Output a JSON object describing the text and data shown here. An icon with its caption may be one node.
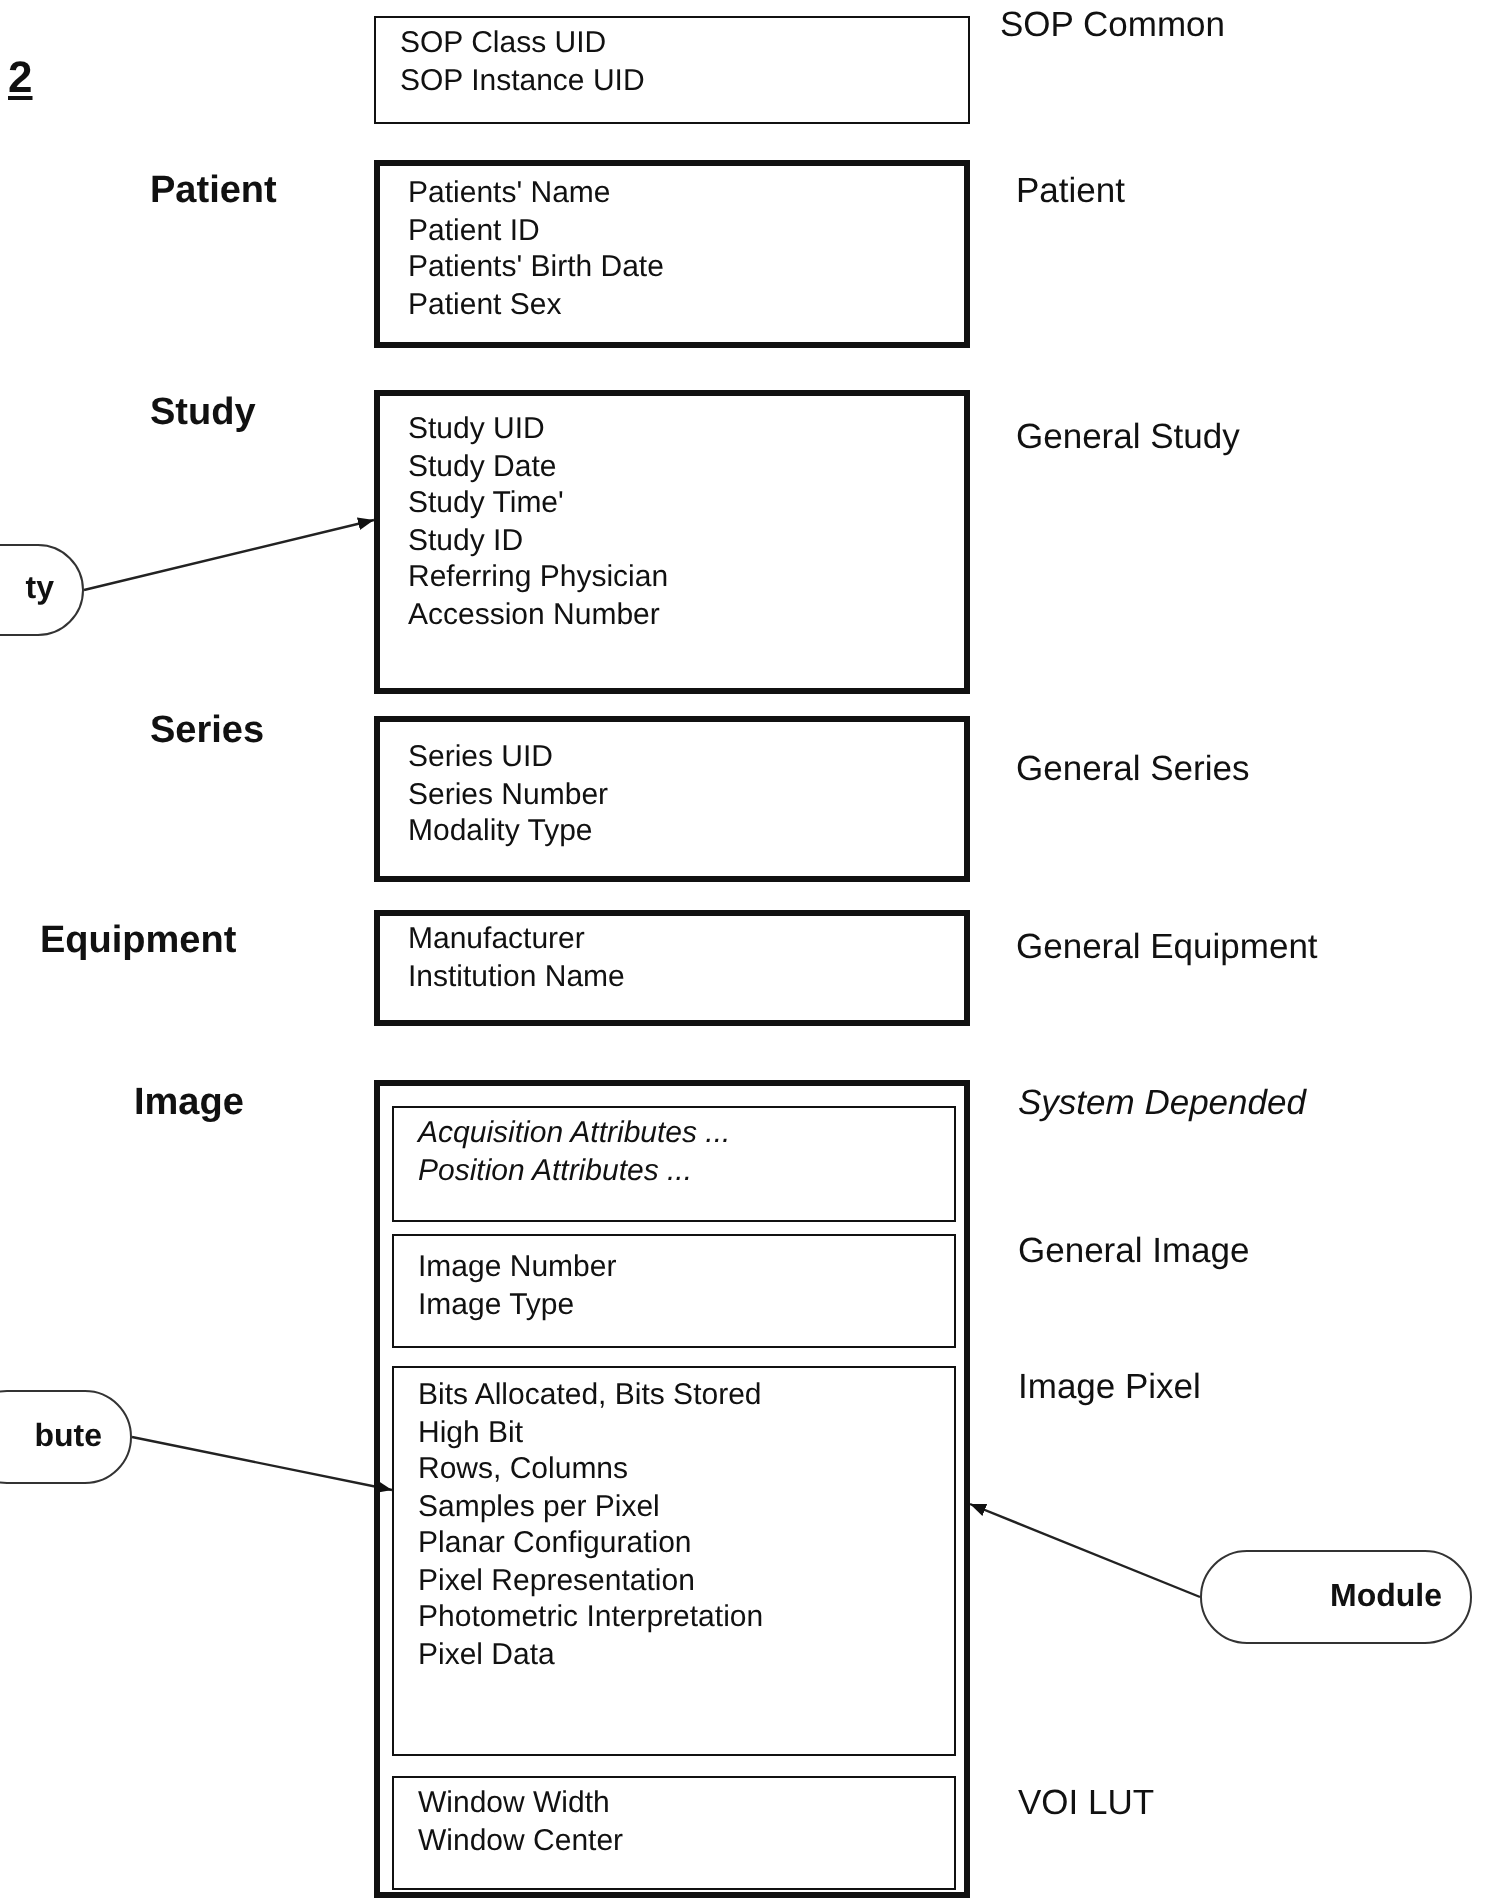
{
  "diagram": {
    "nodes": [
      {
        "text": [
          "SOP Class UID",
          "SOP Instance UID"
        ],
        "beside": [
          "SOP Common"
        ]
      },
      {
        "text": [
          "Patient",
          "Patients' Name",
          "Patient ID",
          "Patients' Birth Date",
          "Patient Sex"
        ],
        "beside": [
          "Patient"
        ]
      },
      {
        "text": [
          "Study",
          "Study UID",
          "Study Date",
          "Study Time'",
          "Study ID",
          "Referring Physician",
          "Accession Number"
        ],
        "beside": [
          "General Study"
        ]
      },
      {
        "text": [
          "Series",
          "Series UID",
          "Series Number",
          "Modality Type"
        ],
        "beside": [
          "General Series"
        ]
      },
      {
        "text": [
          "Equipment",
          "Manufacturer",
          "Institution Name"
        ],
        "beside": [
          "General Equipment"
        ]
      },
      {
        "text": [
          "Image"
        ]
      },
      {
        "text": [
          "Acquisition Attributes ...",
          "Position Attributes ..."
        ],
        "beside": [
          "System Depended"
        ],
        "in": 5
      },
      {
        "text": [
          "Image Number",
          "Image Type"
        ],
        "beside": [
          "General Image"
        ],
        "in": 5
      },
      {
        "text": [
          "Bits Allocated, Bits Stored",
          "High Bit",
          "Rows, Columns",
          "Samples per Pixel",
          "Planar Configuration",
          "Pixel Representation",
          "Photometric Interpretation",
          "Pixel Data"
        ],
        "beside": [
          "Image Pixel"
        ],
        "in": 5
      },
      {
        "text": [
          "Window Width",
          "Window Center"
        ],
        "beside": [
          "VOI LUT"
        ],
        "in": 5
      },
      {
        "text": [
          "ty"
        ]
      },
      {
        "text": [
          "bute"
        ]
      },
      {
        "text": [
          "Module"
        ]
      }
    ],
    "edges": [
      {
        "from": 10,
        "to": 2,
        "arrow": "to"
      },
      {
        "from": 11,
        "to": 8,
        "arrow": "to"
      },
      {
        "from": 12,
        "to": 5,
        "arrow": "to"
      }
    ],
    "labels": [
      "2"
    ]
  }
}
